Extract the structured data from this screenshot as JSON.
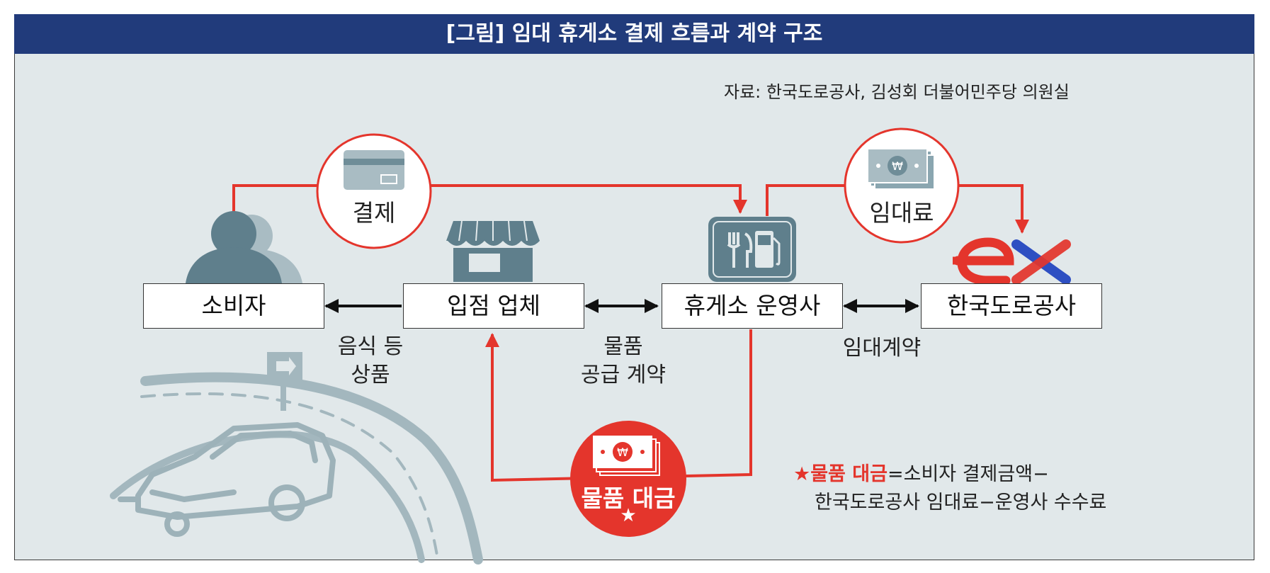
{
  "title": "[그림] 임대 휴게소 결제 흐름과 계약 구조",
  "source": "자료:  한국도로공사, 김성회 더불어민주당 의원실",
  "nodes": {
    "consumer": "소비자",
    "vendor": "입점 업체",
    "operator": "휴게소 운영사",
    "korea_expressway": "한국도로공사"
  },
  "flows": {
    "payment": "결제",
    "rent": "임대료",
    "goods_payment": "물품 대금",
    "goods_payment_star": "★"
  },
  "edge_labels": {
    "food_line1": "음식 등",
    "food_line2": "상품",
    "supply_line1": "물품",
    "supply_line2": "공급 계약",
    "lease": "임대계약"
  },
  "logo_text": "ex",
  "note": {
    "star": "★",
    "term": "물품 대금",
    "line1_rest": "=소비자 결제금액−",
    "line2": "한국도로공사 임대료−운영사 수수료"
  },
  "colors": {
    "title_bg": "#213b7b",
    "background": "#e1e8ea",
    "accent_red": "#e4352c",
    "icon_slate": "#5f7f8c",
    "illustration_grey": "#a3b7be"
  }
}
